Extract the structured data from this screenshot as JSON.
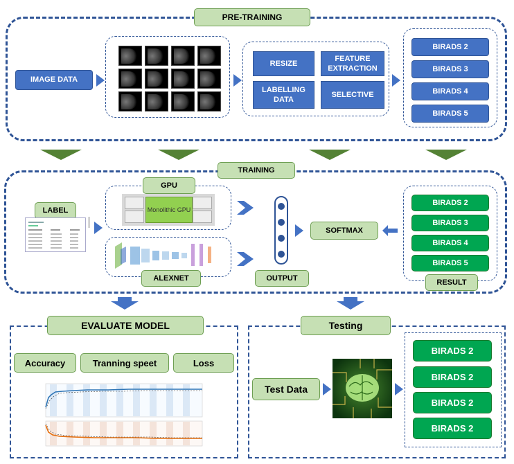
{
  "pretraining": {
    "title": "PRE-TRAINING",
    "image_data": "IMAGE DATA",
    "steps": [
      "RESIZE",
      "FEATURE EXTRACTION",
      "LABELLING DATA",
      "SELECTIVE"
    ],
    "classes": [
      "BIRADS 2",
      "BIRADS 3",
      "BIRADS 4",
      "BIRADS 5"
    ]
  },
  "training": {
    "title": "TRAINING",
    "label": "LABEL",
    "gpu": "GPU",
    "gpu_chip": "Monolithic GPU",
    "alexnet": "ALEXNET",
    "output": "OUTPUT",
    "softmax": "SOFTMAX",
    "result": "RESULT",
    "classes": [
      "BIRADS 2",
      "BIRADS 3",
      "BIRADS 4",
      "BIRADS 5"
    ]
  },
  "evaluate": {
    "title": "EVALUATE MODEL",
    "metrics": [
      "Accuracy",
      "Tranning speet",
      "Loss"
    ]
  },
  "testing": {
    "title": "Testing",
    "test_data": "Test Data",
    "results": [
      "BIRADS 2",
      "BIRADS 2",
      "BIRADS 2",
      "BIRADS 2"
    ]
  },
  "colors": {
    "accent_blue": "#4472c4",
    "border_blue": "#2f5496",
    "tag_green": "#c6e0b4",
    "class_green": "#00a651",
    "arrow_green": "#548235"
  }
}
